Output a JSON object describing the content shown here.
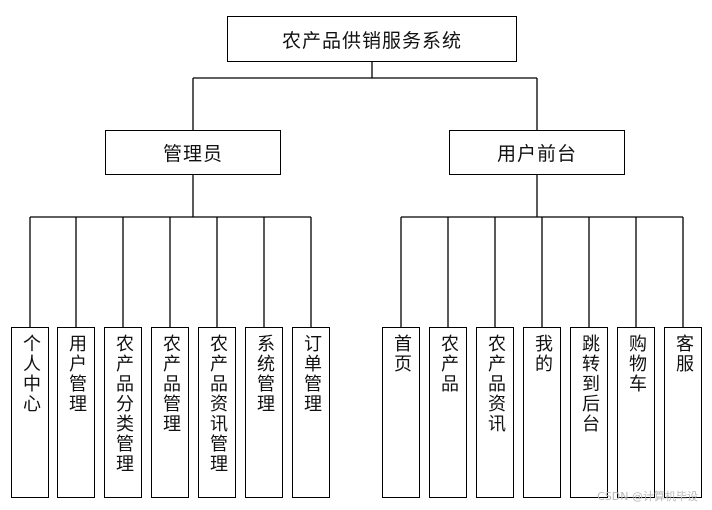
{
  "diagram": {
    "root": {
      "label": "农产品供销服务系统"
    },
    "branches": [
      {
        "label": "管理员",
        "children": [
          "个人中心",
          "用户管理",
          "农产品分类管理",
          "农产品管理",
          "农产品资讯管理",
          "系统管理",
          "订单管理"
        ]
      },
      {
        "label": "用户前台",
        "children": [
          "首页",
          "农产品",
          "农产品资讯",
          "我的",
          "跳转到后台",
          "购物车",
          "客服"
        ]
      }
    ]
  },
  "watermark": "CSDN @计算机毕设"
}
